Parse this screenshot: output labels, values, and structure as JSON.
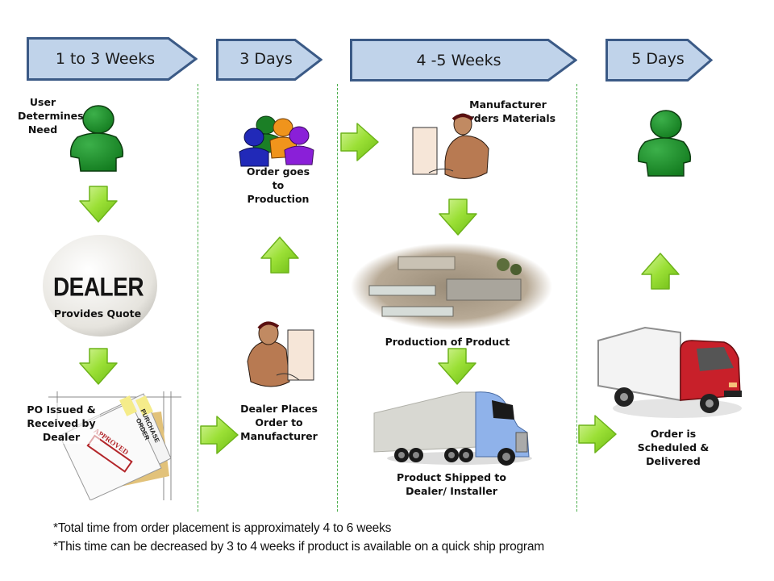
{
  "phases": [
    {
      "label": "1 to 3 Weeks"
    },
    {
      "label": "3 Days"
    },
    {
      "label": "4 -5 Weeks"
    },
    {
      "label": "5 Days"
    }
  ],
  "steps": {
    "user_determines_need": "User Determines Need",
    "dealer_badge": "DEALER",
    "provides_quote": "Provides Quote",
    "po_issued": "PO Issued & Received by Dealer",
    "approved_stamp": "APPROVED",
    "purchase_order": "PURCHASE ORDER",
    "dealer_places_order": "Dealer Places Order to Manufacturer",
    "order_goes_to_production": "Order goes to Production",
    "manufacturer_orders_materials": "Manufacturer Orders Materials",
    "production_of_product": "Production of Product",
    "product_shipped": "Product Shipped to Dealer/ Installer",
    "order_delivered": "Order is Scheduled & Delivered"
  },
  "notes": [
    "*Total time from order placement is approximately 4 to 6 weeks",
    "*This time can be decreased by 3 to 4 weeks if product is available on a quick ship program"
  ],
  "colors": {
    "chevron_fill": "#c0d3ea",
    "chevron_border": "#3b5a86",
    "arrow_green": "#8fd42a",
    "divider_green": "#4cae4c",
    "person_green": "#1f8a2a"
  }
}
